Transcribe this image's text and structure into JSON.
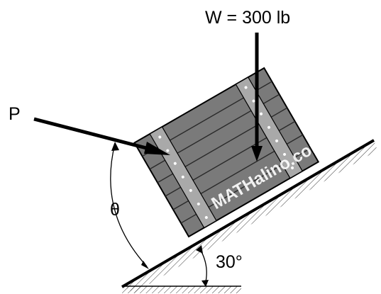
{
  "diagram": {
    "weight_label": "W = 300 lb",
    "force_label": "P",
    "angle_theta_label": "θ",
    "incline_angle_label": "30°",
    "watermark": "MATHalino.com"
  },
  "colors": {
    "ink": "#000000",
    "crate_fill": "#7a7a7a",
    "plank_line": "#2a2a2a",
    "slat_fill": "#a9a9a9",
    "nail": "#ffffff"
  }
}
